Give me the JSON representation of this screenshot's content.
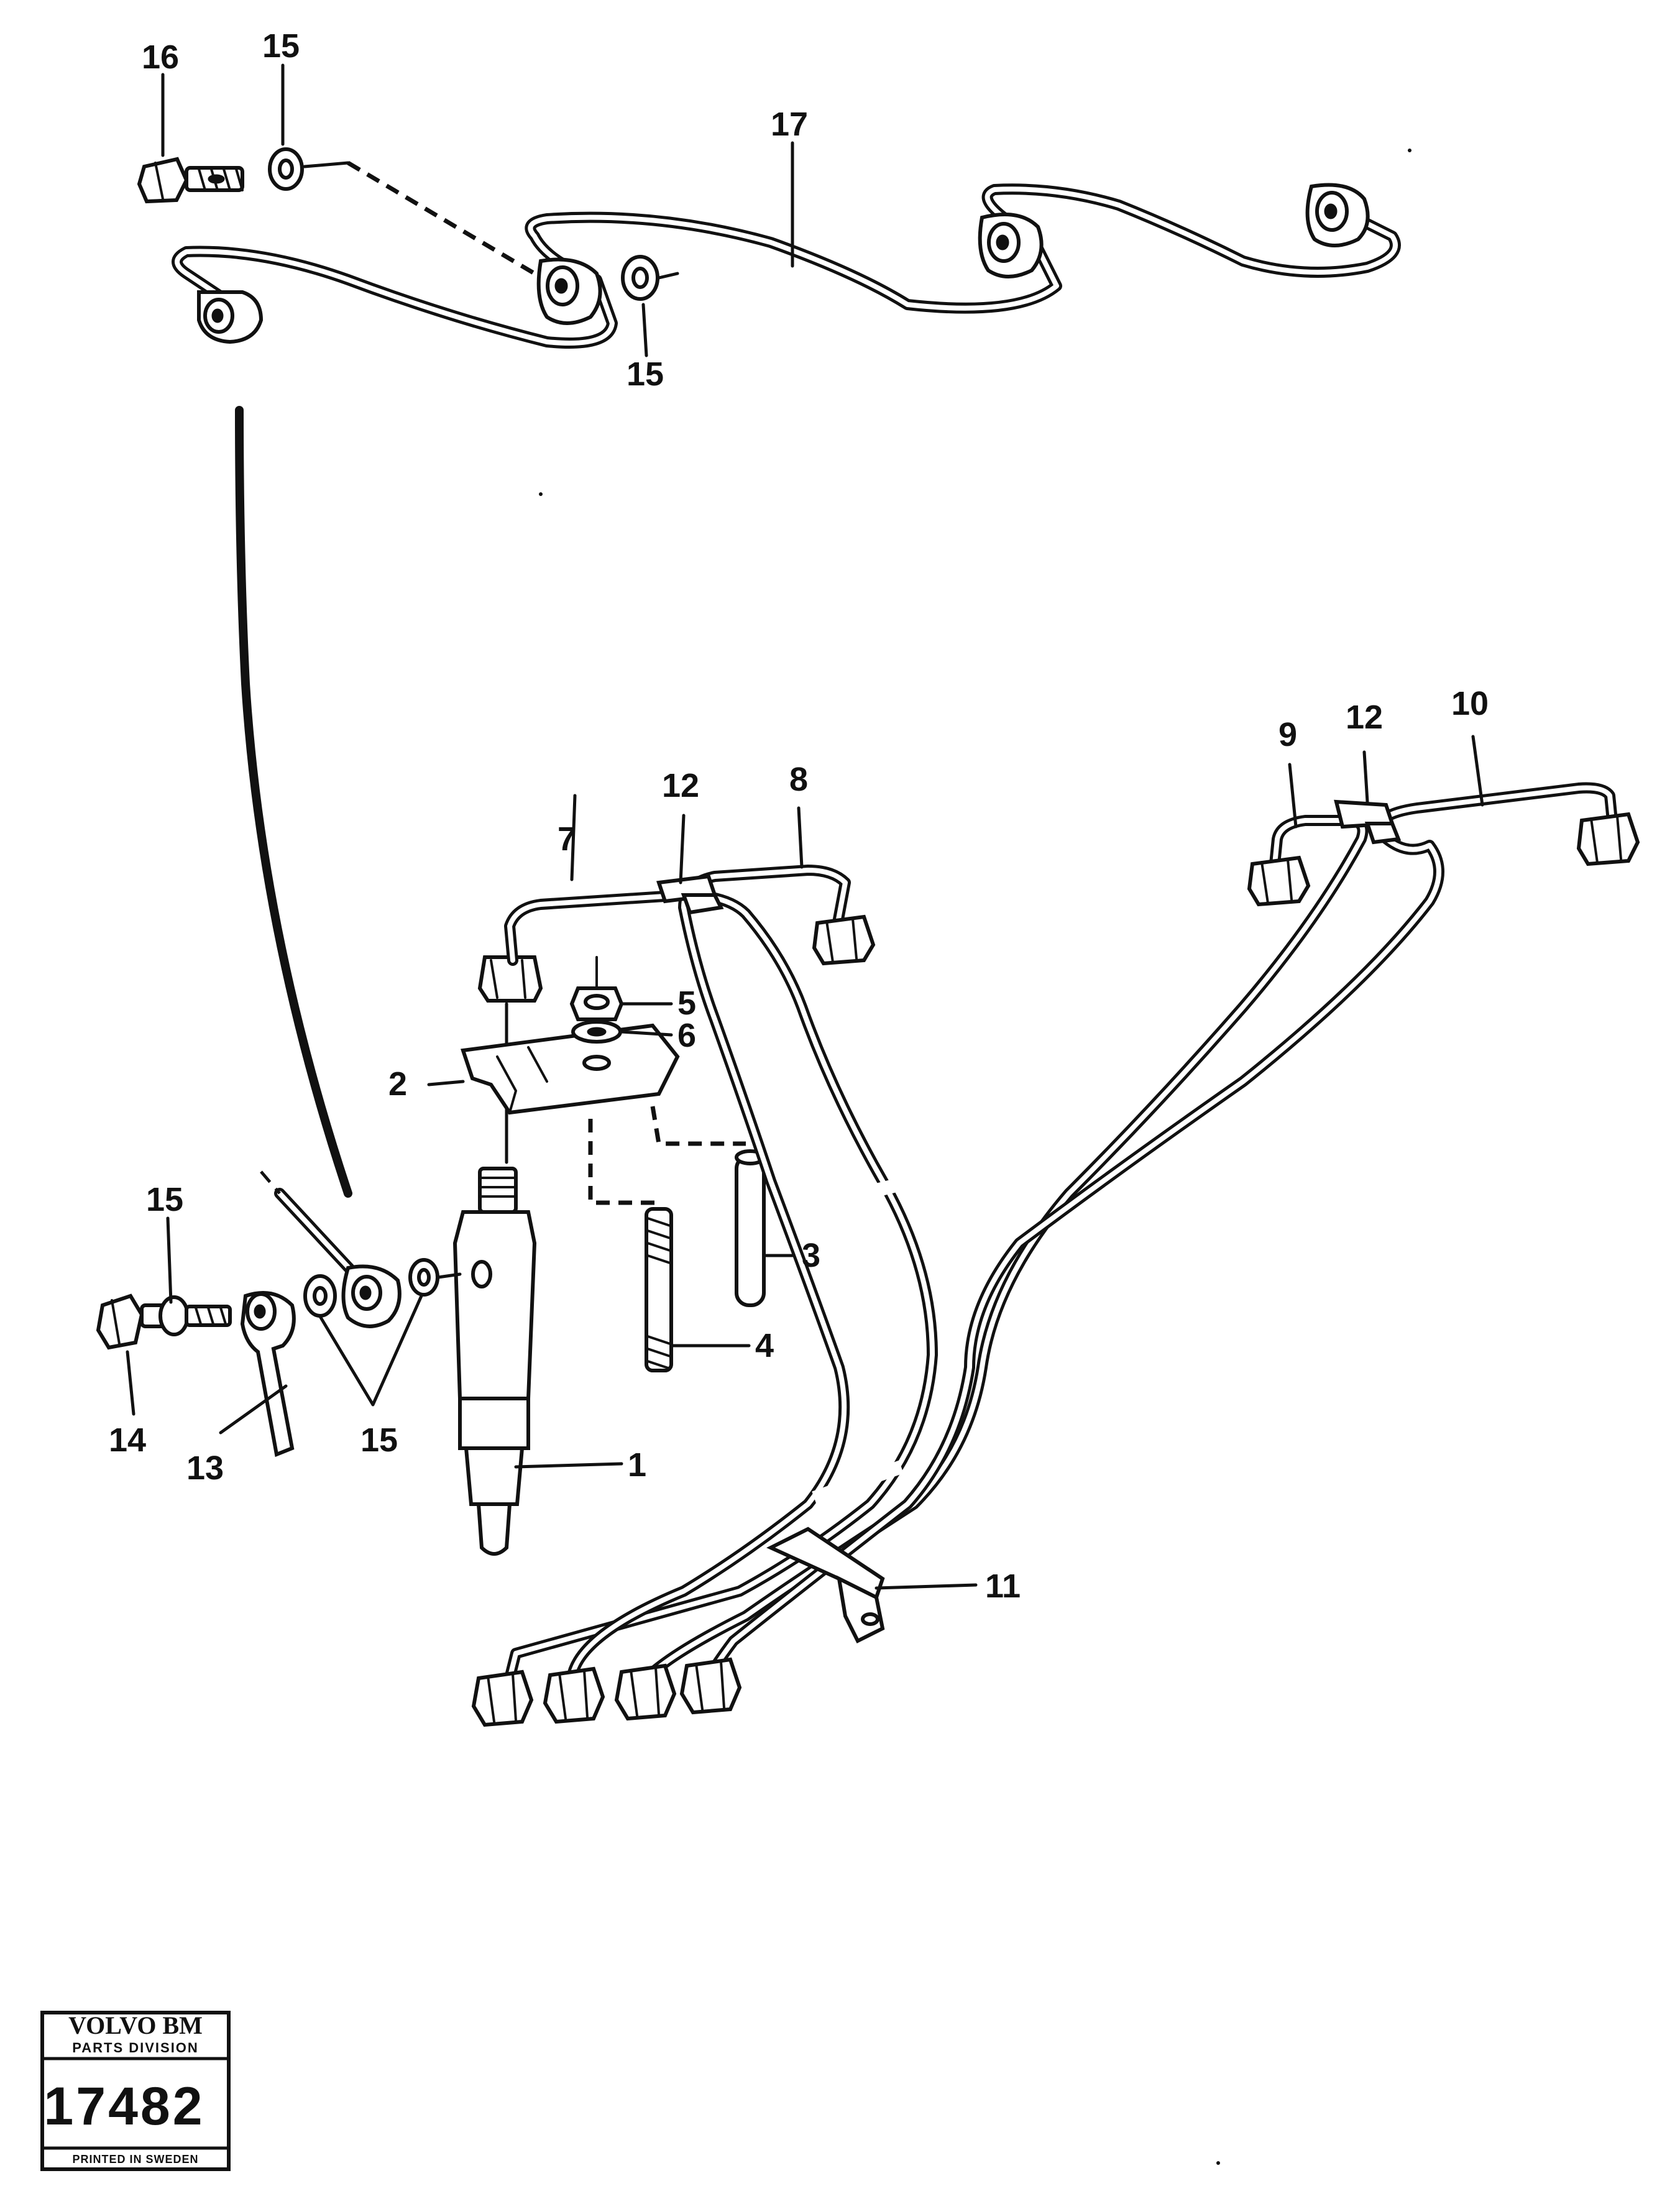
{
  "callouts": {
    "c1": "1",
    "c2": "2",
    "c3": "3",
    "c4": "4",
    "c5": "5",
    "c6": "6",
    "c7": "7",
    "c8": "8",
    "c9": "9",
    "c10": "10",
    "c11": "11",
    "c12a": "12",
    "c12b": "12",
    "c13": "13",
    "c14": "14",
    "c15a": "15",
    "c15b": "15",
    "c15c": "15",
    "c15d": "15",
    "c16": "16",
    "c17": "17"
  },
  "stamp": {
    "brand": "VOLVO BM",
    "division": "PARTS DIVISION",
    "number": "17482",
    "printed": "PRINTED IN SWEDEN"
  }
}
